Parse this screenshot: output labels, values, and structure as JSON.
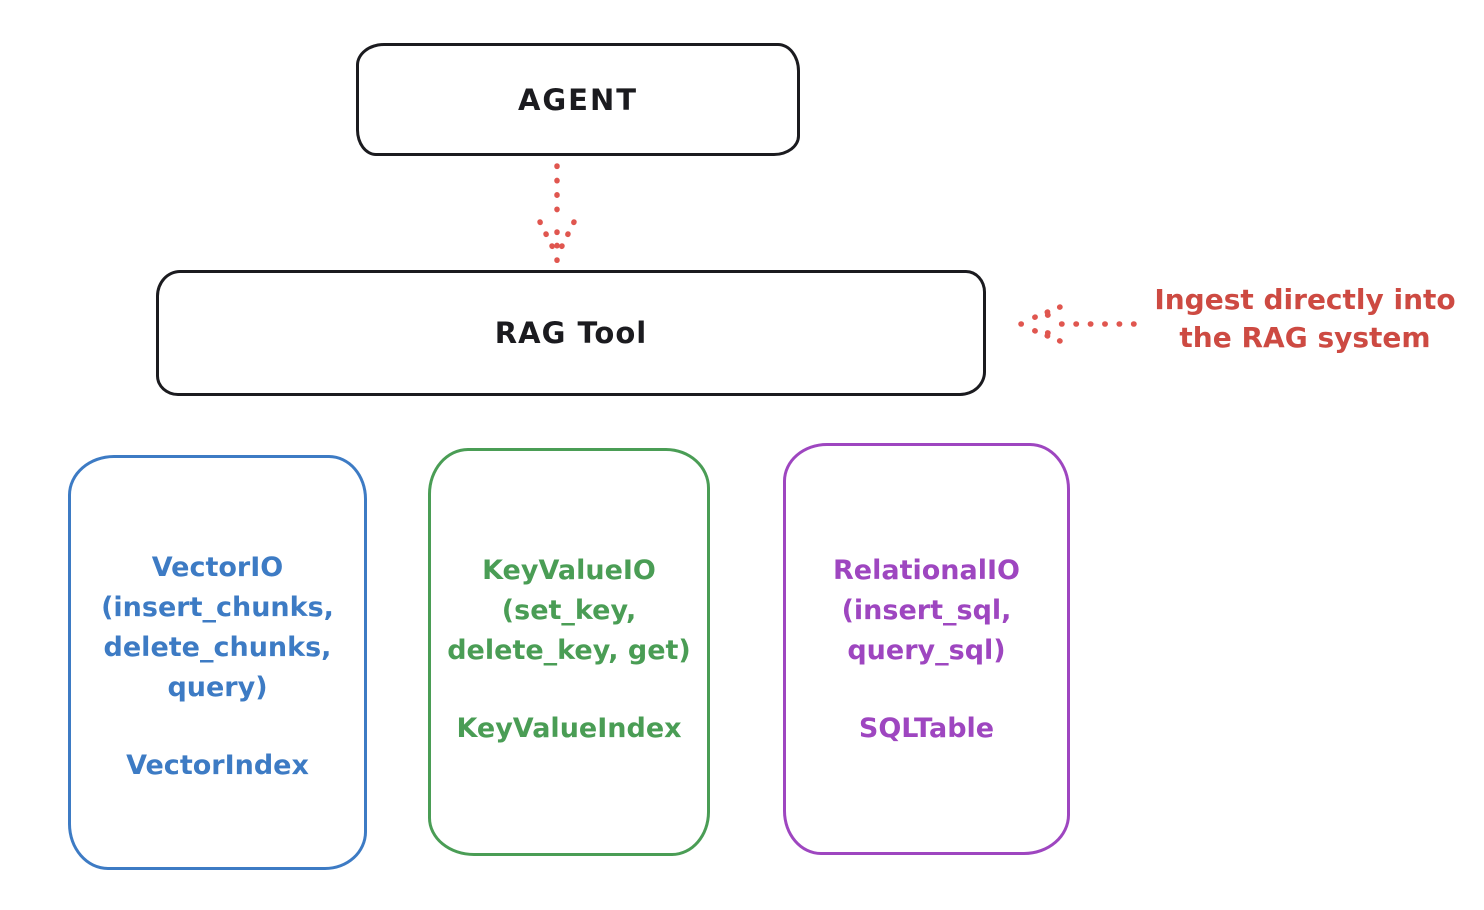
{
  "diagram": {
    "title_hint": "RAG Tool architecture diagram",
    "colors": {
      "node_stroke_black": "#1b1b1f",
      "arrow_red": "#e0564f",
      "annotation_red": "#cd4a42",
      "vector_blue": "#3d7bc4",
      "keyvalue_green": "#4a9d55",
      "relational_purple": "#9e46c0",
      "background": "#ffffff"
    },
    "nodes": {
      "agent": {
        "label": "AGENT"
      },
      "rag_tool": {
        "label": "RAG Tool"
      },
      "vector": {
        "lines": [
          "VectorIO",
          "(insert_chunks,",
          "delete_chunks,",
          "query)"
        ],
        "index_label": "VectorIndex"
      },
      "keyvalue": {
        "lines": [
          "KeyValueIO",
          "(set_key,",
          "delete_key, get)"
        ],
        "index_label": "KeyValueIndex"
      },
      "relational": {
        "lines": [
          "RelationalIO",
          "(insert_sql,",
          "query_sql)"
        ],
        "index_label": "SQLTable"
      }
    },
    "annotation": {
      "line1": "Ingest directly into",
      "line2": "the RAG system"
    },
    "arrows": {
      "agent_to_rag": "dotted-red-down-arrow",
      "ingest_into_rag": "dotted-red-left-arrow"
    }
  }
}
